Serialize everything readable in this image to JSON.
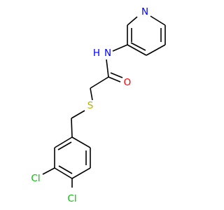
{
  "colors": {
    "background": "#ffffff",
    "bond": "#000000",
    "nitrogen": "#0000ff",
    "oxygen": "#ff0000",
    "sulfur": "#b2b200",
    "chlorine": "#00c000"
  },
  "atoms": {
    "pyridine_n": "N",
    "amide_n": "N",
    "amide_h": "H",
    "carbonyl_o": "O",
    "thioether_s": "S",
    "chlorine_3": "Cl",
    "chlorine_4": "Cl"
  }
}
